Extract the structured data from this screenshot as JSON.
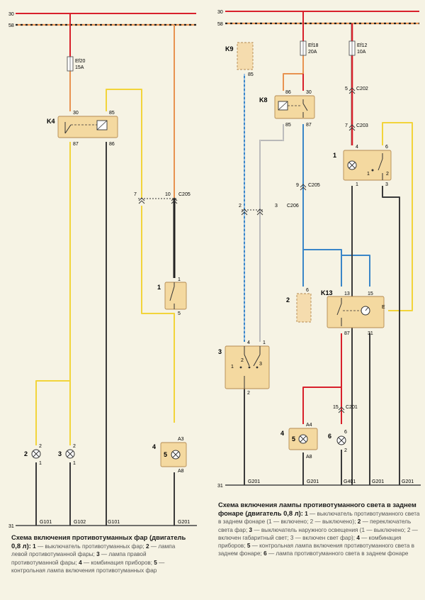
{
  "rail_labels": {
    "v30": "30",
    "v58": "58",
    "gnd31": "31"
  },
  "components": {
    "k4": "K4",
    "k8": "K8",
    "k9": "K9",
    "k13": "K13",
    "n1": "1",
    "n2": "2",
    "n3": "3",
    "n4": "4",
    "n5": "5",
    "n6": "6"
  },
  "fuses": {
    "ef20": "Ef20",
    "ef20_rating": "15A",
    "ef18": "Ef18",
    "ef18_rating": "20A",
    "ef12": "Ef12",
    "ef12_rating": "10A"
  },
  "pins": {
    "p1": "1",
    "p2": "2",
    "p3": "3",
    "p4": "4",
    "p5": "5",
    "p6": "6",
    "p7": "7",
    "p9": "9",
    "p10": "10",
    "p13": "13",
    "p15": "15",
    "p30": "30",
    "p31": "31",
    "p85": "85",
    "p86": "86",
    "p87": "87",
    "a3": "A3",
    "a4": "A4",
    "a8": "A8",
    "e": "E"
  },
  "connectors": {
    "c202": "C202",
    "c203": "C203",
    "c205": "C205",
    "c206": "C206",
    "c201": "C201"
  },
  "grounds": {
    "g101": "G101",
    "g102": "G102",
    "g201": "G201",
    "g401": "G401"
  },
  "captions": {
    "left": {
      "title": "Схема включения противотуманных фар (двигатель 0,8 л):",
      "items": [
        {
          "n": "1",
          "text": "— выключатель противотуманных фар;"
        },
        {
          "n": "2",
          "text": "— лампа левой противотуманной фары;"
        },
        {
          "n": "3",
          "text": "— лампа правой противотуманной фары;"
        },
        {
          "n": "4",
          "text": "— комбинация приборов;"
        },
        {
          "n": "5",
          "text": "— контрольная лампа включения противотуманных фар"
        }
      ]
    },
    "right": {
      "title": "Схема включения лампы противотуманного света в заднем фонаре (двигатель 0,8 л):",
      "items": [
        {
          "n": "1",
          "text": "— выключатель противотуманного света в заднем фонаре (1 — включено; 2 — выключено);"
        },
        {
          "n": "2",
          "text": "— переключатель света фар;"
        },
        {
          "n": "3",
          "text": "— выключатель наружного освещения (1 — выключено; 2 — включен габаритный свет; 3 — включен свет фар);"
        },
        {
          "n": "4",
          "text": "— комбинация приборов;"
        },
        {
          "n": "5",
          "text": "— контрольная лампа включения противотуманного света в заднем фонаре;"
        },
        {
          "n": "6",
          "text": "— лампа противотуманного света в заднем фонаре"
        }
      ]
    }
  },
  "colors": {
    "background": "#f6f3e4",
    "red": "#d8202b",
    "orange": "#e89250",
    "yellow": "#f2d43a",
    "black": "#3a3a3a",
    "blue": "#3a86c8",
    "white_wire": "#8f8f8f",
    "block": "#f4d9a0",
    "block_stroke": "#b48a52",
    "dashed_block": "#f5dcae"
  }
}
